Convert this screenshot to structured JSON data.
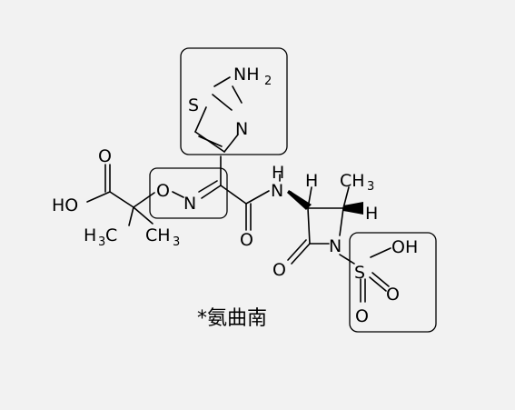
{
  "atoms": {
    "nh2_n": "NH",
    "nh2_sub": "2",
    "thiazole_s": "S",
    "thiazole_n": "N",
    "amide_nh_n": "N",
    "amide_nh_h": "H",
    "ch3_c": "CH",
    "ch3_sub": "3",
    "stereo_h1": "H",
    "stereo_h2": "H",
    "acid_o": "O",
    "acid_oh": "HO",
    "oxime_o": "O",
    "oxime_n": "N",
    "h3c_h": "H",
    "h3c_sub": "3",
    "h3c_c": "C",
    "ch3b_c": "CH",
    "ch3b_sub": "3",
    "amide_o": "O",
    "lactam_n": "N",
    "lactam_o": "O",
    "sulfo_s": "S",
    "sulfo_oh": "OH",
    "sulfo_o1": "O",
    "sulfo_o2": "O"
  },
  "caption": "*氨曲南",
  "highlight_color": "#000000",
  "background_color": "#f2f2f2"
}
